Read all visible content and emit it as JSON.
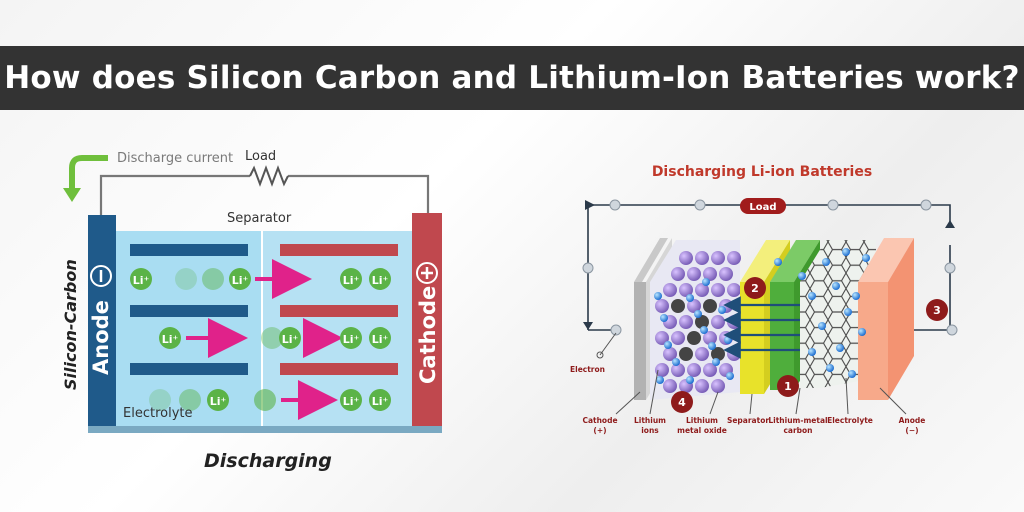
{
  "page_title": "How does Silicon Carbon and Lithium-Ion Batteries work?",
  "left_diagram": {
    "discharge_current": "Discharge current",
    "load": "Load",
    "separator": "Separator",
    "side_label": "Silicon-Carbon",
    "anode": "Anode",
    "anode_sign": "−",
    "cathode": "Cathode",
    "cathode_sign": "+",
    "electrolyte": "Electrolyte",
    "ion": "Li⁺",
    "caption": "Discharging",
    "colors": {
      "anode": "#1f5a8a",
      "cathode": "#c0484e",
      "electrolyte": "#a9ddf2",
      "arrow": "#e0228a",
      "ion": "#5bb347",
      "current": "#6fbf3c"
    }
  },
  "right_diagram": {
    "title": "Discharging Li-ion Batteries",
    "load": "Load",
    "markers": [
      "1",
      "2",
      "3",
      "4"
    ],
    "labels": {
      "electron": "Electron",
      "cathode": "Cathode",
      "cathode_sign": "(+)",
      "lithium_ions_1": "Lithium",
      "lithium_ions_2": "ions",
      "lithium_metal_oxide_1": "Lithium",
      "lithium_metal_oxide_2": "metal oxide",
      "separator": "Separator",
      "lithium_metal_carbon_1": "Lithium-metal",
      "lithium_metal_carbon_2": "carbon",
      "electrolyte": "Electrolyte",
      "anode": "Anode",
      "anode_sign": "(−)"
    },
    "colors": {
      "title": "#c0392b",
      "marker": "#8e1b1b",
      "separator": "#e8e22a",
      "carbon": "#4fae3c",
      "anode": "#f7a98a"
    }
  }
}
